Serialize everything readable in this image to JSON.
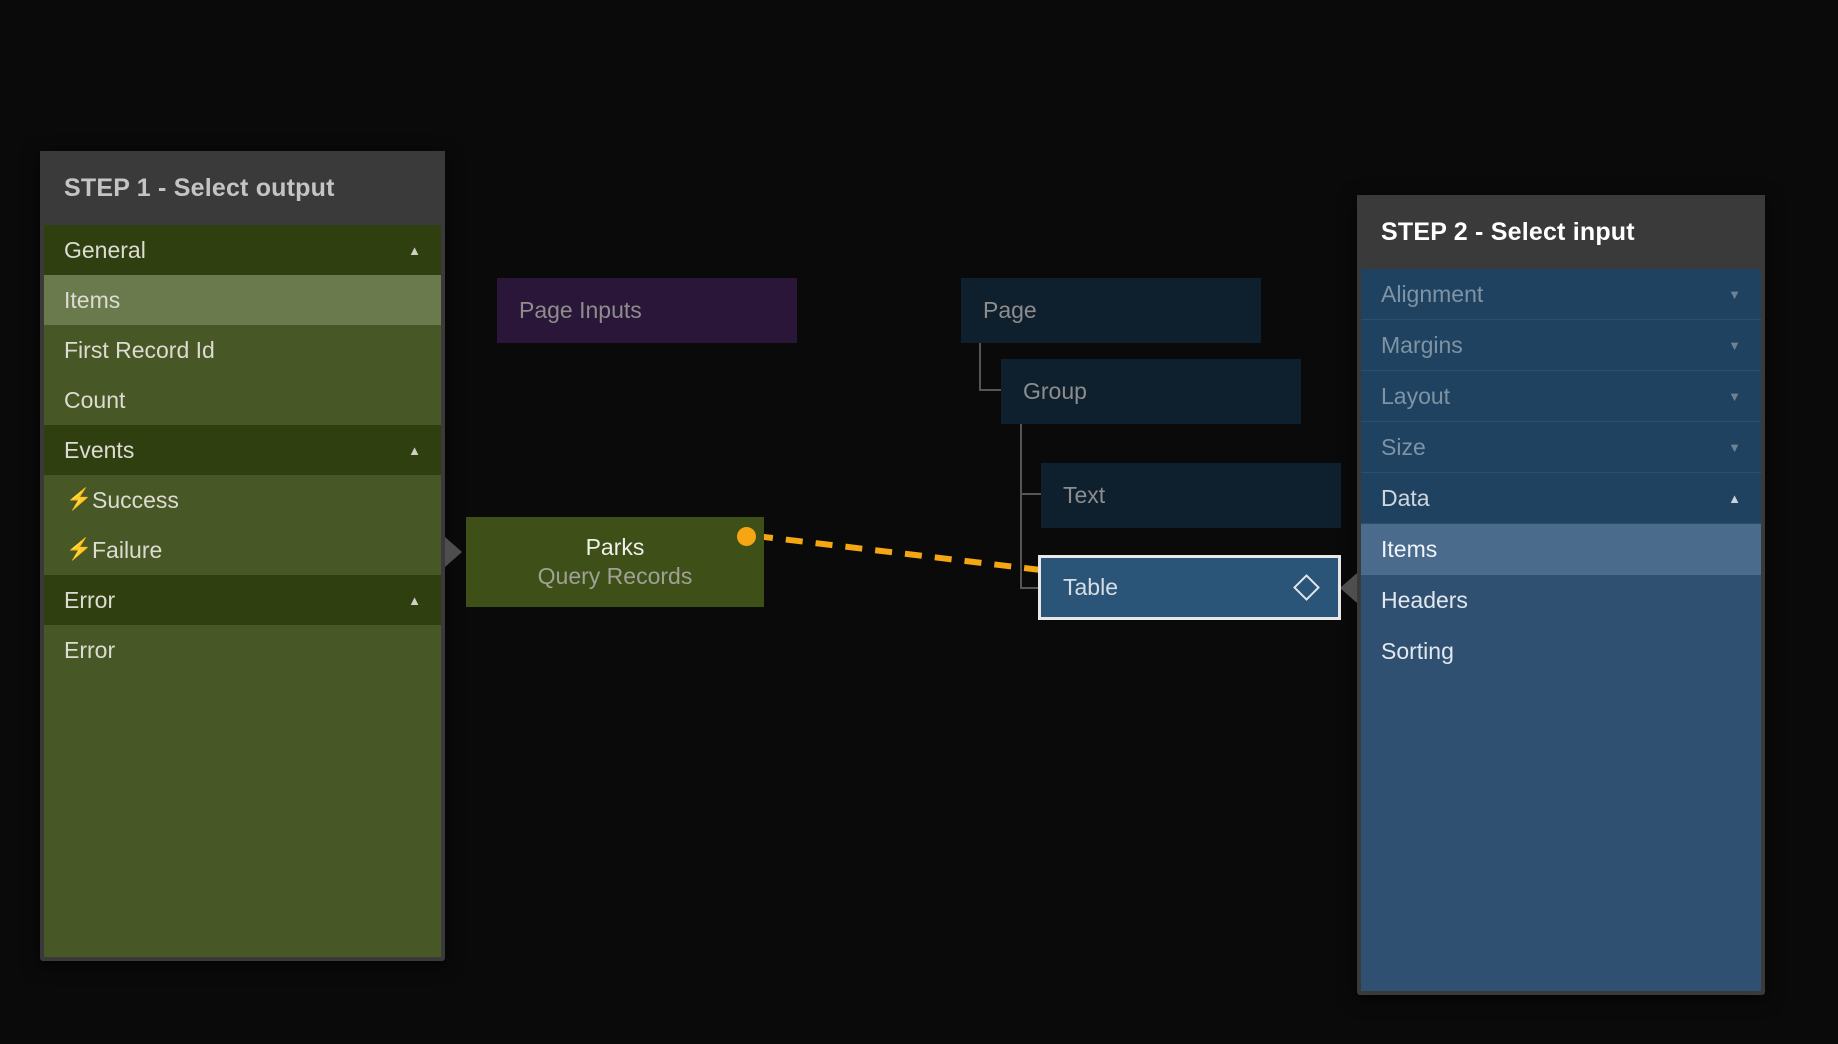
{
  "canvas": {
    "background_color": "#0a0a0a",
    "connection": {
      "color": "#f5a612",
      "style": "dashed",
      "source_node": "Parks",
      "target_node": "Table"
    }
  },
  "step1": {
    "title": "STEP 1 - Select output",
    "header_color": "#3a3a3a",
    "body_color": "#485726",
    "rows": [
      {
        "label": "General",
        "type": "group",
        "chevron": "up",
        "icon": ""
      },
      {
        "label": "Items",
        "type": "selected",
        "chevron": "",
        "icon": ""
      },
      {
        "label": "First Record Id",
        "type": "item",
        "chevron": "",
        "icon": ""
      },
      {
        "label": "Count",
        "type": "item",
        "chevron": "",
        "icon": ""
      },
      {
        "label": "Events",
        "type": "group",
        "chevron": "up",
        "icon": ""
      },
      {
        "label": "Success",
        "type": "item",
        "chevron": "",
        "icon": "bolt-icon"
      },
      {
        "label": "Failure",
        "type": "item",
        "chevron": "",
        "icon": "bolt-icon"
      },
      {
        "label": "Error",
        "type": "group",
        "chevron": "up",
        "icon": ""
      },
      {
        "label": "Error",
        "type": "item",
        "chevron": "",
        "icon": ""
      }
    ]
  },
  "step2": {
    "title": "STEP 2 - Select input",
    "header_color": "#3a3a3a",
    "body_color": "#2f5070",
    "rows": [
      {
        "label": "Alignment",
        "type": "group-dim",
        "chevron": "down"
      },
      {
        "label": "Margins",
        "type": "group-dim",
        "chevron": "down"
      },
      {
        "label": "Layout",
        "type": "group-dim",
        "chevron": "down"
      },
      {
        "label": "Size",
        "type": "group-dim",
        "chevron": "down"
      },
      {
        "label": "Data",
        "type": "group",
        "chevron": "up"
      },
      {
        "label": "Items",
        "type": "selected",
        "chevron": ""
      },
      {
        "label": "Headers",
        "type": "item",
        "chevron": ""
      },
      {
        "label": "Sorting",
        "type": "item",
        "chevron": ""
      }
    ]
  },
  "nodes": {
    "page_inputs": {
      "label": "Page Inputs",
      "color": "#2a1638"
    },
    "page": {
      "label": "Page",
      "color": "#0e1f2e"
    },
    "group": {
      "label": "Group",
      "color": "#0e1f2e"
    },
    "text": {
      "label": "Text",
      "color": "#0e1f2e"
    },
    "parks": {
      "title": "Parks",
      "subtitle": "Query Records",
      "color": "#3f4f18"
    },
    "table": {
      "label": "Table",
      "color": "#2b5578",
      "selected": true,
      "icon": "diamond-icon"
    }
  }
}
